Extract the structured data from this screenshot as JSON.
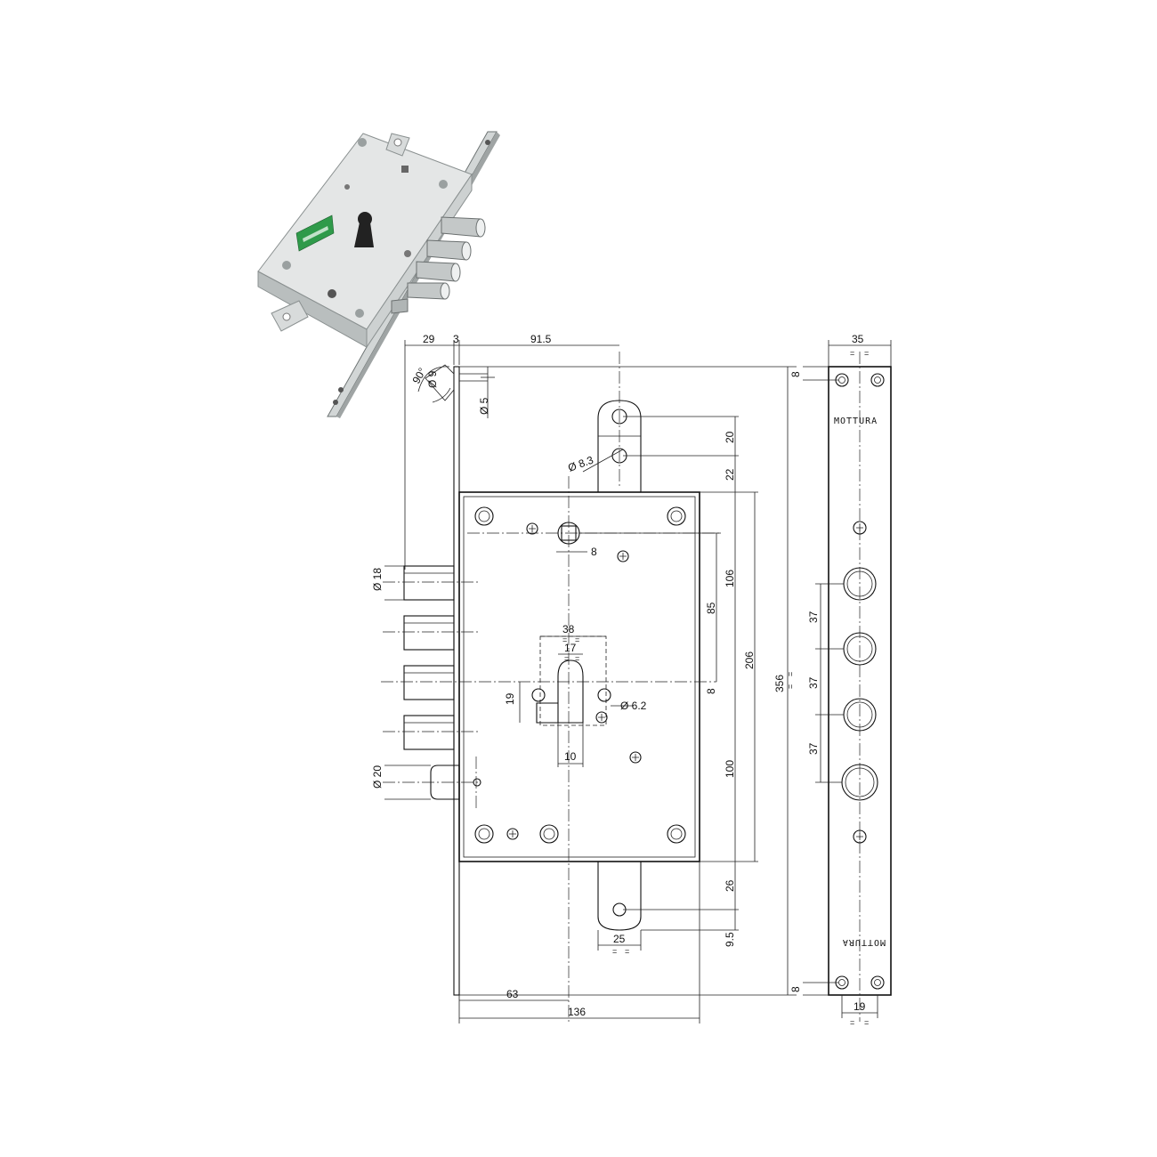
{
  "brand": "MOTTURA",
  "equal_marker": "=",
  "dimensions": {
    "faceplate_to_body": "29",
    "faceplate_thickness": "3",
    "backset_hook": "91.5",
    "bevel_angle": "90°",
    "hole_top_left_diameter": "Ø 9",
    "hole_small_diameter": "Ø 5",
    "hook_hole_diameter": "Ø 8.3",
    "hook_top_height": "20",
    "hook_to_body": "22",
    "spindle_square": "8",
    "bolt_diameter": "Ø 18",
    "latch_diameter": "Ø 20",
    "cylinder_fixing_width": "38",
    "cylinder_width": "17",
    "cylinder_screw_diameter": "Ø 6.2",
    "cylinder_offset_height": "19",
    "cylinder_bottom_width": "10",
    "spindle_to_cylinder": "85",
    "top_to_cylinder": "106",
    "body_height": "206",
    "faceplate_length": "356",
    "cylinder_gap": "8",
    "cylinder_to_bottom": "100",
    "bottom_hook_height": "26",
    "bottom_hook_hole_offset": "9.5",
    "bottom_hook_width": "25",
    "backset": "63",
    "body_depth": "136",
    "faceplate_width": "35",
    "faceplate_end_hole_offset_top": "8",
    "faceplate_end_hole_offset_bottom": "8",
    "faceplate_hole_spacing": "19",
    "bolt_pitch_1": "37",
    "bolt_pitch_2": "37",
    "bolt_pitch_3": "37"
  },
  "colors": {
    "line": "#111111",
    "lock_body": "#e6e8e8",
    "lock_body_dark": "#a9adad",
    "bolt_metal": "#c8cccc",
    "label_green": "#2f9a4a"
  }
}
